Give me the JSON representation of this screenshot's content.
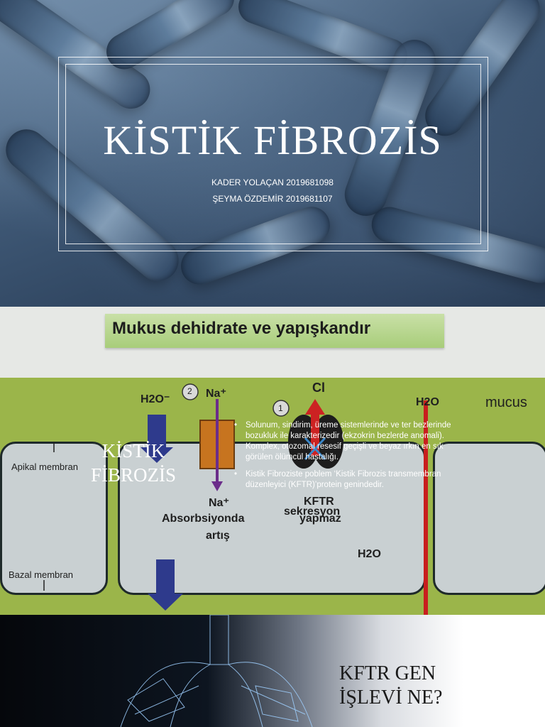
{
  "slide1": {
    "title": "KİSTİK FİBROZİS",
    "authors": [
      "KADER YOLAÇAN 2019681098",
      "ŞEYMA ÖZDEMİR 2019681107"
    ]
  },
  "slide2": {
    "heading": "Mukus dehidrate ve yapışkandır",
    "title": "KİSTİK FİBROZİS",
    "diagram_labels": {
      "h2o_left": "H2O⁻",
      "step2": "2",
      "na_top": "Na⁺",
      "cl": "Cl",
      "step1": "1",
      "h2o_right": "H2O",
      "mucus": "mucus",
      "apikal": "Apikal membran",
      "na_bottom": "Na⁺",
      "absorbsiyon": "Absorbsiyonda",
      "artis": "artış",
      "kftr": "KFTR",
      "sekresyon": "sekresyon",
      "yapmaz": "yapmaz",
      "h2o_bottom": "H2O",
      "bazal": "Bazal membran"
    },
    "bullets": [
      "Solunum, sindirim, üreme sistemlerinde ve ter bezlerinde bozukluk ile karakterizedir (ekzokrin bezlerde anomali). Komplex, otozomal resesif geçişli ve beyaz ırkın en sık görülen ölümcül hastalığı.",
      "Kistik Fibroziste poblem ‘Kistik Fibrozis transmembran düzenleyici (KFTR)’protein genindedir."
    ]
  },
  "slide3": {
    "title_line1": "KFTR GEN",
    "title_line2": "İŞLEVİ NE?"
  }
}
